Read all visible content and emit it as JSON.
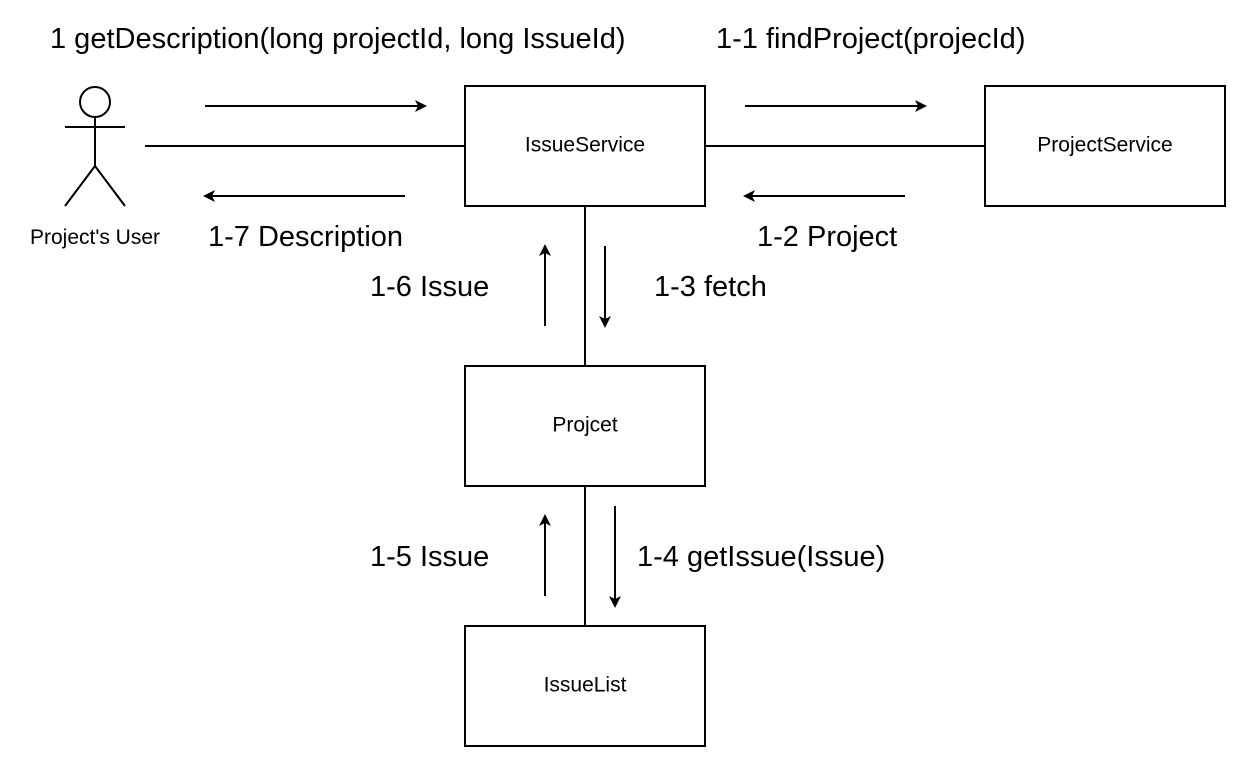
{
  "actor": {
    "label": "Project's User"
  },
  "nodes": {
    "issue_service": "IssueService",
    "project_service": "ProjectService",
    "project": "Projcet",
    "issue_list": "IssueList"
  },
  "messages": {
    "m1": "1 getDescription(long projectId, long IssueId)",
    "m1_1": "1-1 findProject(projecId)",
    "m1_2": "1-2 Project",
    "m1_3": "1-3 fetch",
    "m1_4": "1-4 getIssue(Issue)",
    "m1_5": "1-5 Issue",
    "m1_6": "1-6 Issue",
    "m1_7": "1-7 Description"
  }
}
